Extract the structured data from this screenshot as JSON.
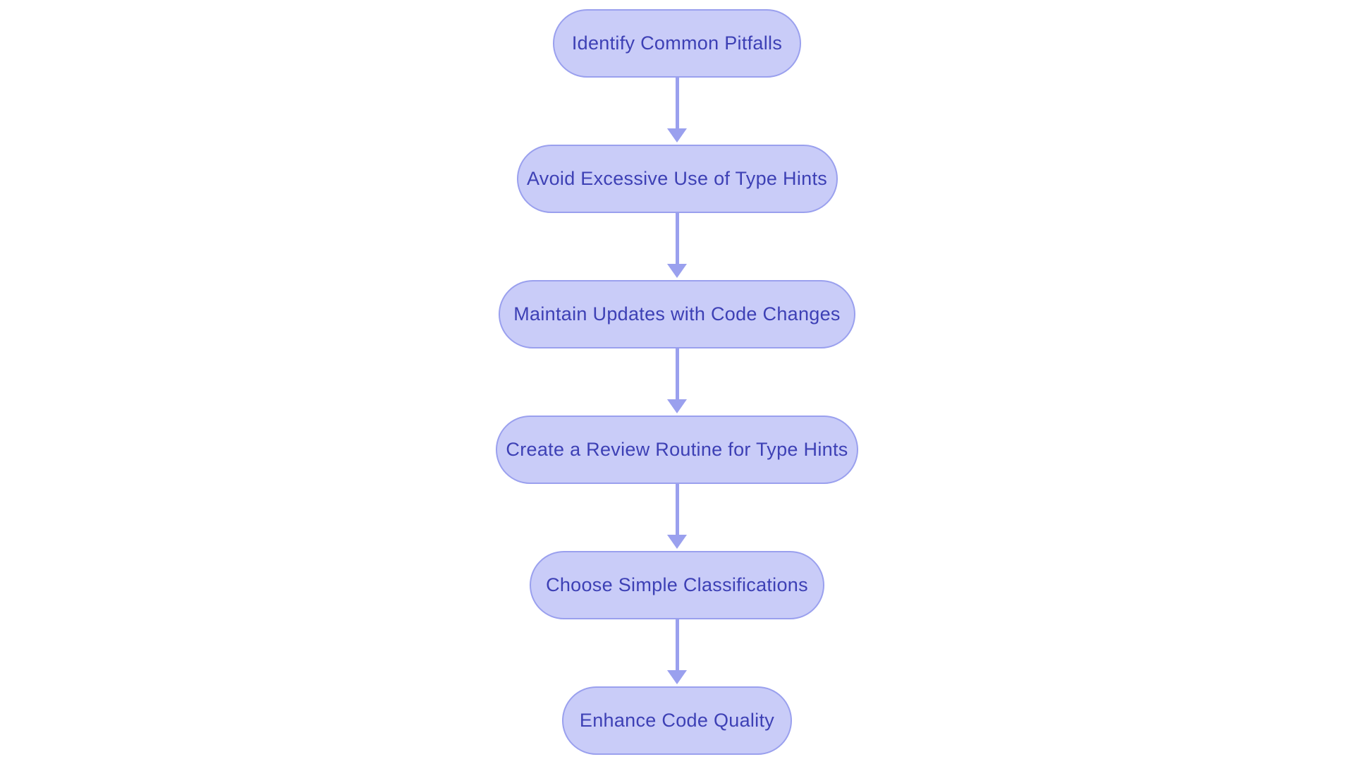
{
  "diagram": {
    "type": "flowchart",
    "direction": "top-to-bottom",
    "background_color": "#ffffff",
    "node_fill_color": "#c9ccf8",
    "node_border_color": "#9aa0ee",
    "node_text_color": "#3d40b5",
    "arrow_color": "#9aa0ee",
    "nodes": [
      {
        "id": "step-1",
        "label": "Identify Common Pitfalls"
      },
      {
        "id": "step-2",
        "label": "Avoid Excessive Use of Type Hints"
      },
      {
        "id": "step-3",
        "label": "Maintain Updates with Code Changes"
      },
      {
        "id": "step-4",
        "label": "Create a Review Routine for Type Hints"
      },
      {
        "id": "step-5",
        "label": "Choose Simple Classifications"
      },
      {
        "id": "step-6",
        "label": "Enhance Code Quality"
      }
    ],
    "edges": [
      {
        "from": "step-1",
        "to": "step-2"
      },
      {
        "from": "step-2",
        "to": "step-3"
      },
      {
        "from": "step-3",
        "to": "step-4"
      },
      {
        "from": "step-4",
        "to": "step-5"
      },
      {
        "from": "step-5",
        "to": "step-6"
      }
    ]
  }
}
